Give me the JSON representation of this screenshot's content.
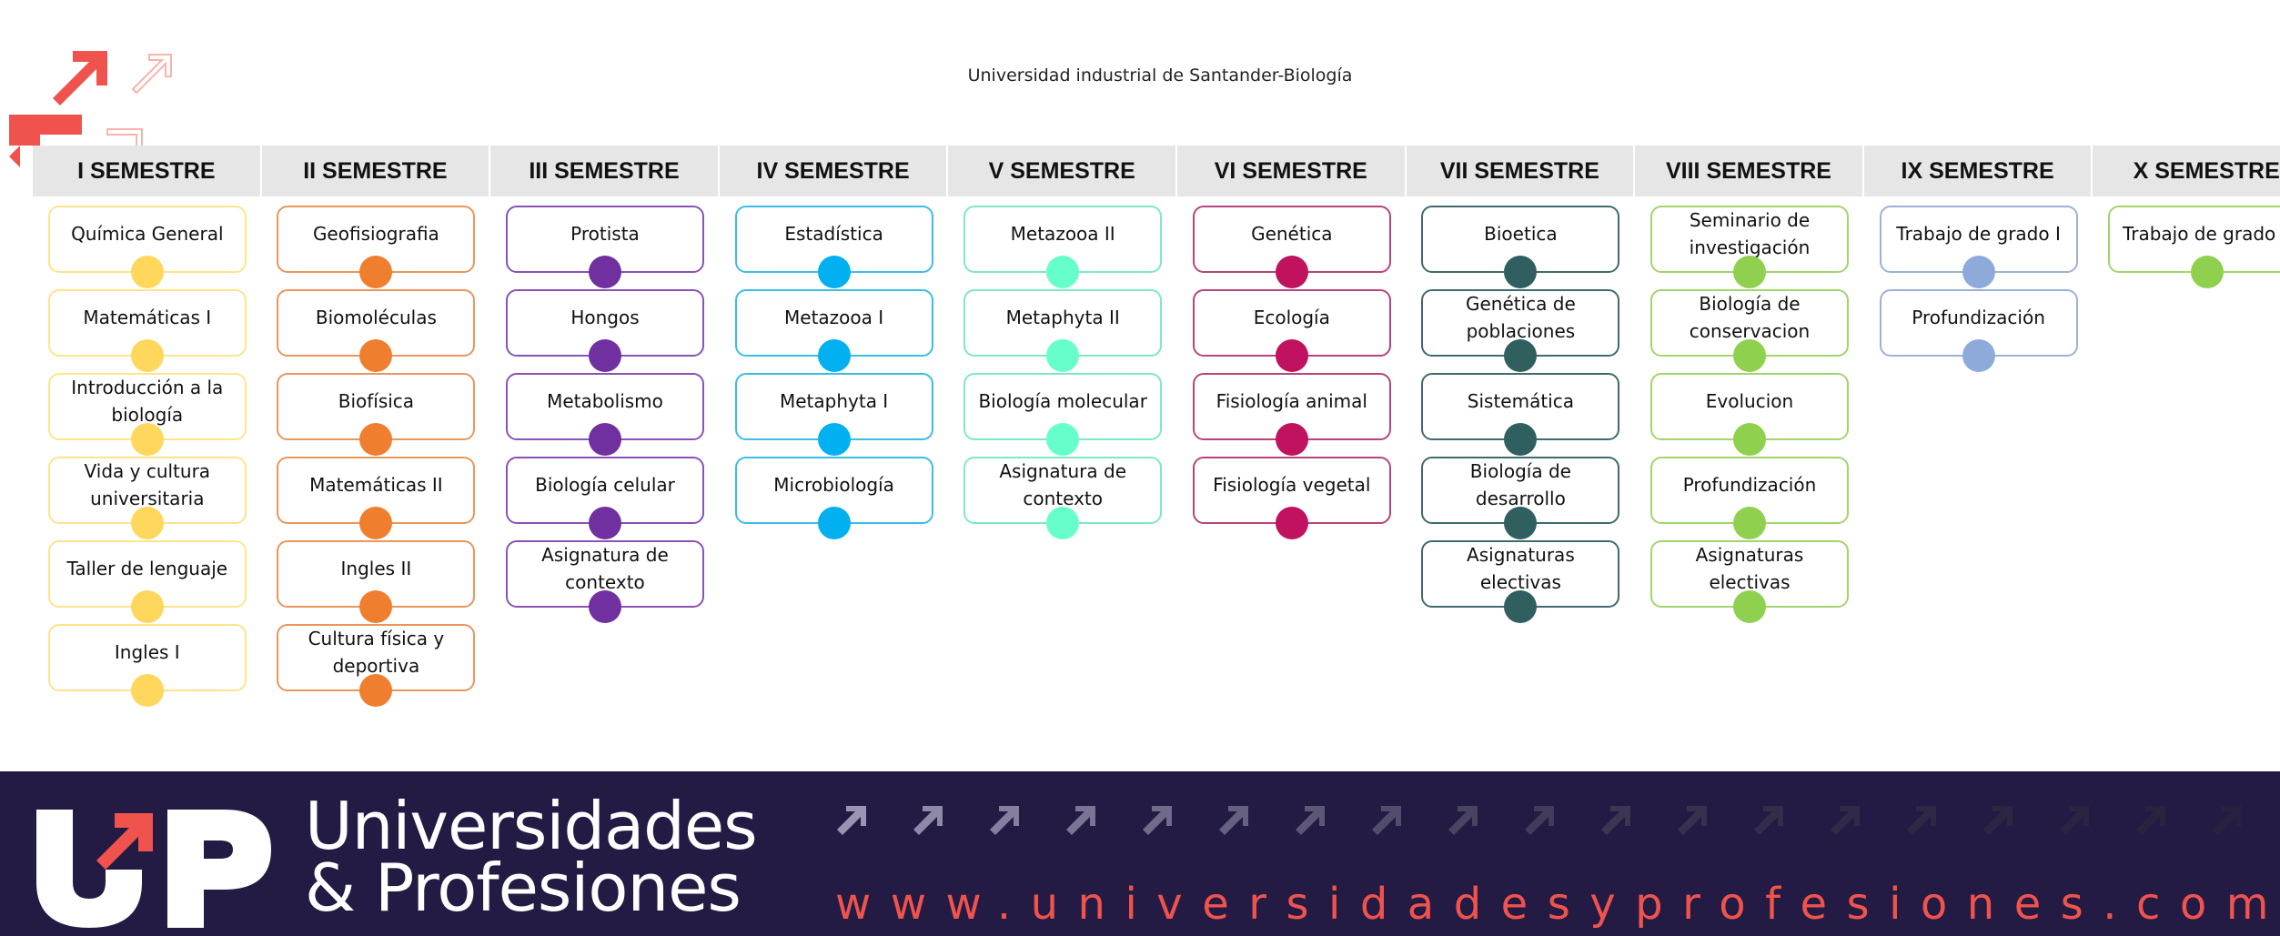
{
  "title": "Universidad industrial de Santander-Biología",
  "colors": {
    "header_bg": "#e6e6e6",
    "footer_bg": "#231b43",
    "accent_red": "#f0534d"
  },
  "semesters": [
    {
      "name": "I SEMESTRE",
      "color": "#ffd75c",
      "border": "#ffe48c",
      "courses": [
        "Química General",
        "Matemáticas I",
        "Introducción a la biología",
        "Vida y cultura universitaria",
        "Taller de lenguaje",
        "Ingles I"
      ]
    },
    {
      "name": "II SEMESTRE",
      "color": "#ef7f2e",
      "border": "#e9965c",
      "courses": [
        "Geofisiografia",
        "Biomoléculas",
        "Biofísica",
        "Matemáticas II",
        "Ingles II",
        "Cultura física y deportiva"
      ]
    },
    {
      "name": "III SEMESTRE",
      "color": "#7030a0",
      "border": "#8a52b5",
      "courses": [
        "Protista",
        "Hongos",
        "Metabolismo",
        "Biología celular",
        "Asignatura de contexto"
      ]
    },
    {
      "name": "IV SEMESTRE",
      "color": "#00b0f0",
      "border": "#3bbde8",
      "courses": [
        "Estadística",
        "Metazooa I",
        "Metaphyta I",
        "Microbiología"
      ]
    },
    {
      "name": "V SEMESTRE",
      "color": "#66ffcc",
      "border": "#7ee8c8",
      "courses": [
        "Metazooa II",
        "Metaphyta II",
        "Biología molecular",
        "Asignatura de contexto"
      ]
    },
    {
      "name": "VI SEMESTRE",
      "color": "#c0125e",
      "border": "#b84479",
      "courses": [
        "Genética",
        "Ecología",
        "Fisiología animal",
        "Fisiología vegetal"
      ]
    },
    {
      "name": "VII SEMESTRE",
      "color": "#2f5f5f",
      "border": "#3e6b6b",
      "courses": [
        "Bioetica",
        "Genética de poblaciones",
        "Sistemática",
        "Biología de desarrollo",
        "Asignaturas electivas"
      ]
    },
    {
      "name": "VIII SEMESTRE",
      "color": "#8fd14f",
      "border": "#a3d46e",
      "courses": [
        "Seminario de investigación",
        "Biología de conservacion",
        "Evolucion",
        "Profundización",
        "Asignaturas electivas"
      ]
    },
    {
      "name": "IX SEMESTRE",
      "color": "#8eaadb",
      "border": "#9db1d8",
      "courses": [
        "Trabajo de grado I",
        "Profundización"
      ]
    },
    {
      "name": "X SEMESTRE",
      "color": "#8fd14f",
      "border": "#a3d46e",
      "courses": [
        "Trabajo de grado II"
      ]
    }
  ],
  "footer": {
    "brand_line1": "Universidades",
    "brand_line2": "& Profesiones",
    "url": "www.universidadesyprofesiones.com"
  }
}
